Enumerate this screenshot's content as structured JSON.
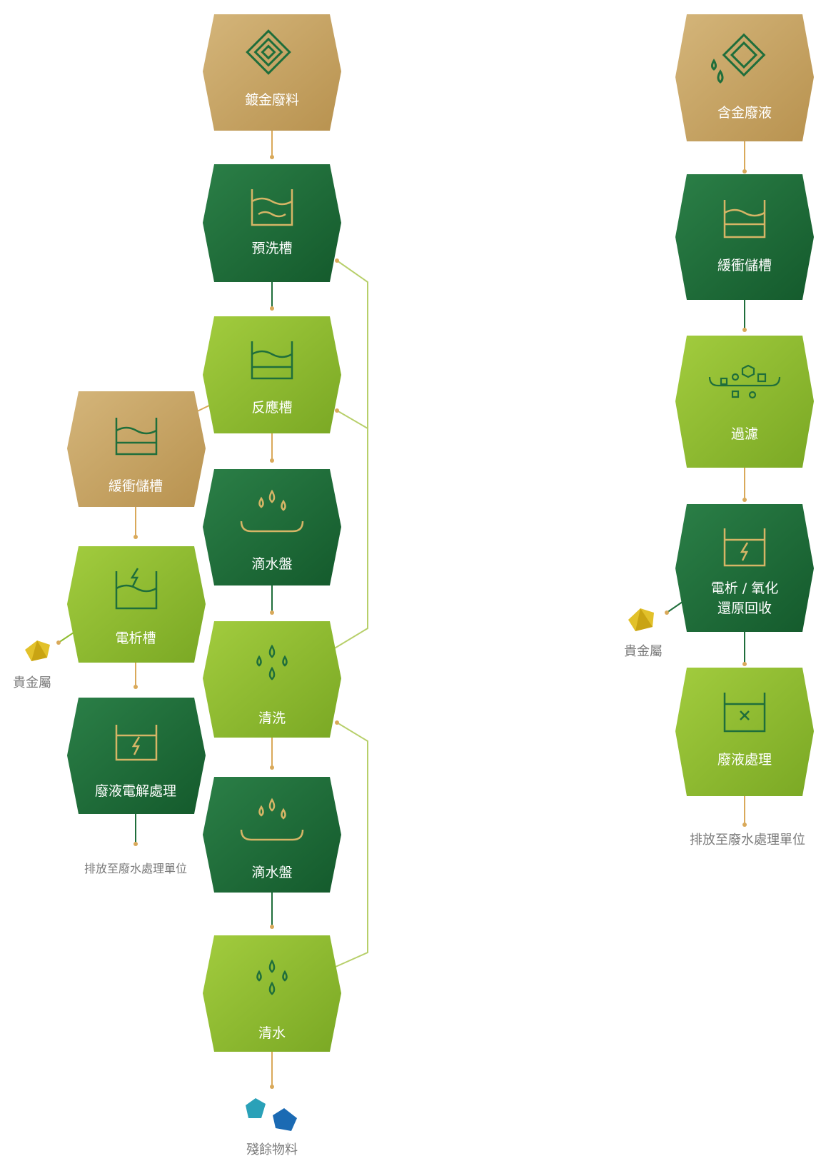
{
  "colors": {
    "gold": "#c5a463",
    "dark_green": "#1f6e3b",
    "light_green": "#8dbb2c",
    "connector": "#d9a95a",
    "icon_on_gold": "#1f6e3b",
    "icon_on_green": "#d6b566",
    "caption": "#7a7a7a"
  },
  "left_flow": {
    "nodes": [
      {
        "id": "plating-waste",
        "label": "鍍金廢料",
        "style": "gold",
        "icon": "maze-icon"
      },
      {
        "id": "prewash-tank",
        "label": "預洗槽",
        "style": "dark_green",
        "icon": "tank-wave-icon"
      },
      {
        "id": "reaction-tank",
        "label": "反應槽",
        "style": "light_green",
        "icon": "tank-icon"
      },
      {
        "id": "drip-tray-1",
        "label": "滴水盤",
        "style": "dark_green",
        "icon": "drip-tray-icon"
      },
      {
        "id": "rinse",
        "label": "清洗",
        "style": "light_green",
        "icon": "water-drops-icon"
      },
      {
        "id": "drip-tray-2",
        "label": "滴水盤",
        "style": "dark_green",
        "icon": "drip-tray-icon"
      },
      {
        "id": "clean-water",
        "label": "清水",
        "style": "light_green",
        "icon": "water-drops-icon"
      },
      {
        "id": "buffer-tank",
        "label": "緩衝儲槽",
        "style": "gold",
        "icon": "tank-icon"
      },
      {
        "id": "electrolysis-tank",
        "label": "電析槽",
        "style": "light_green",
        "icon": "tank-bolt-icon"
      },
      {
        "id": "waste-electrolysis",
        "label": "廢液電解處理",
        "style": "dark_green",
        "icon": "tank-bolt-icon"
      }
    ],
    "precious_metal_label": "貴金屬",
    "discharge_label": "排放至廢水處理單位",
    "residue_label": "殘餘物料"
  },
  "right_flow": {
    "nodes": [
      {
        "id": "gold-liquid",
        "label": "含金廢液",
        "style": "gold",
        "icon": "maze-drops-icon"
      },
      {
        "id": "buffer-tank-r",
        "label": "緩衝儲槽",
        "style": "dark_green",
        "icon": "tank-icon"
      },
      {
        "id": "filtration",
        "label": "過濾",
        "style": "light_green",
        "icon": "filter-icon"
      },
      {
        "id": "electro-recovery",
        "label_line1": "電析 / 氧化",
        "label_line2": "還原回收",
        "style": "dark_green",
        "icon": "tank-bolt-icon"
      },
      {
        "id": "waste-treatment",
        "label": "廢液處理",
        "style": "light_green",
        "icon": "tank-x-icon"
      }
    ],
    "precious_metal_label": "貴金屬",
    "discharge_label": "排放至廢水處理單位"
  }
}
